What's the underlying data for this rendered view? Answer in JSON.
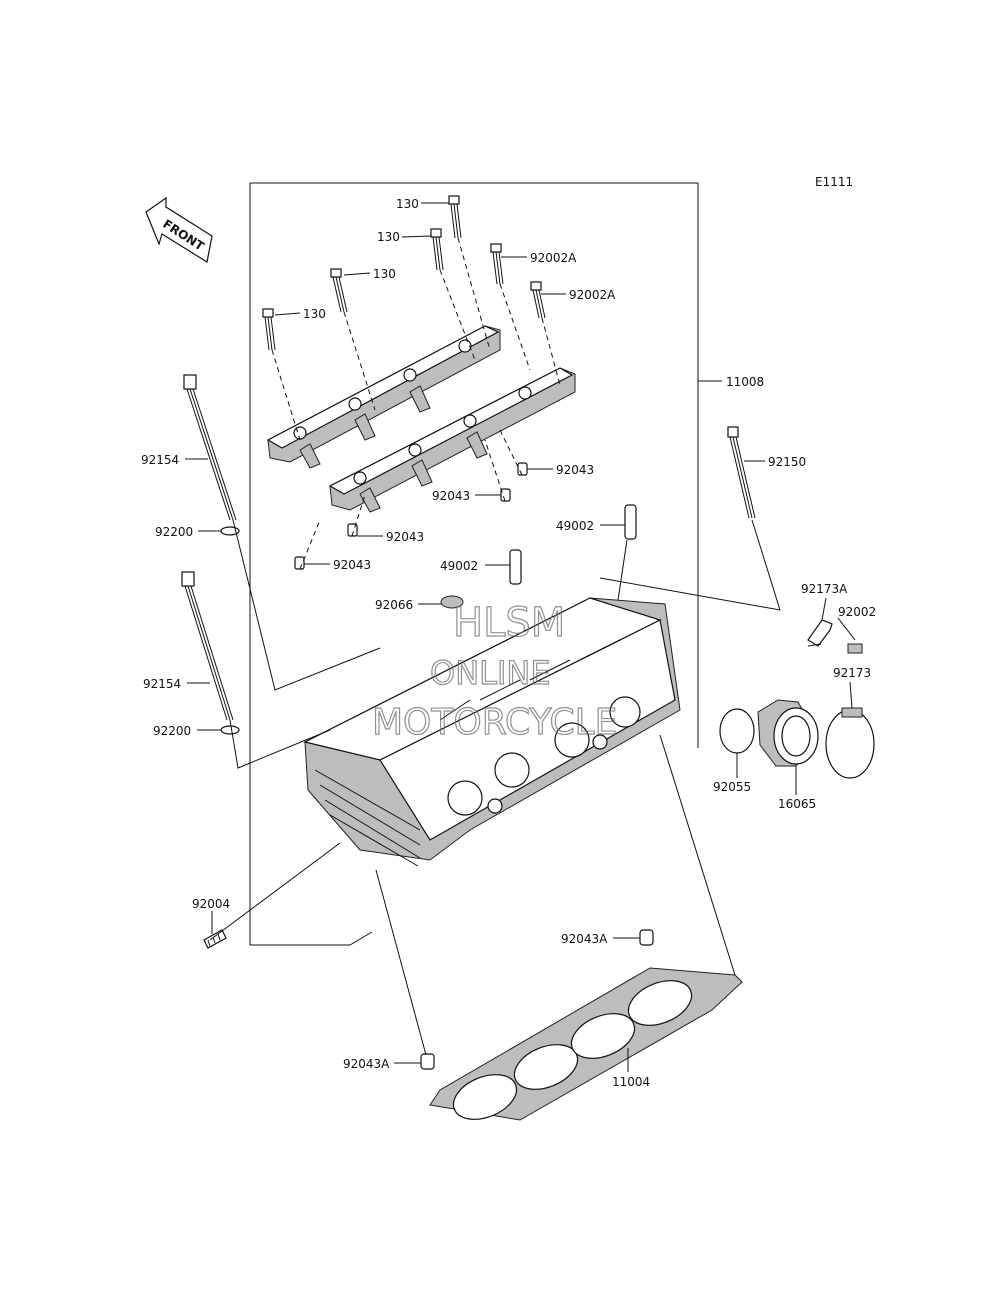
{
  "diagram": {
    "code": "E1111",
    "front_label": "FRONT",
    "watermark": [
      "HLSM",
      "ONLINE",
      "MOTORCYCLE"
    ],
    "callouts": [
      {
        "id": "c130a",
        "text": "130"
      },
      {
        "id": "c130b",
        "text": "130"
      },
      {
        "id": "c130c",
        "text": "130"
      },
      {
        "id": "c130d",
        "text": "130"
      },
      {
        "id": "c92002Aa",
        "text": "92002A"
      },
      {
        "id": "c92002Ab",
        "text": "92002A"
      },
      {
        "id": "c11008",
        "text": "11008"
      },
      {
        "id": "c92154a",
        "text": "92154"
      },
      {
        "id": "c92200a",
        "text": "92200"
      },
      {
        "id": "c92154b",
        "text": "92154"
      },
      {
        "id": "c92200b",
        "text": "92200"
      },
      {
        "id": "c92043a",
        "text": "92043"
      },
      {
        "id": "c92043b",
        "text": "92043"
      },
      {
        "id": "c92043c",
        "text": "92043"
      },
      {
        "id": "c92043d",
        "text": "92043"
      },
      {
        "id": "c49002a",
        "text": "49002"
      },
      {
        "id": "c49002b",
        "text": "49002"
      },
      {
        "id": "c92066",
        "text": "92066"
      },
      {
        "id": "c92150",
        "text": "92150"
      },
      {
        "id": "c92173A",
        "text": "92173A"
      },
      {
        "id": "c92002",
        "text": "92002"
      },
      {
        "id": "c92173",
        "text": "92173"
      },
      {
        "id": "c92055",
        "text": "92055"
      },
      {
        "id": "c16065",
        "text": "16065"
      },
      {
        "id": "c92004",
        "text": "92004"
      },
      {
        "id": "c92043Aa",
        "text": "92043A"
      },
      {
        "id": "c92043Ab",
        "text": "92043A"
      },
      {
        "id": "c11004",
        "text": "11004"
      }
    ]
  }
}
